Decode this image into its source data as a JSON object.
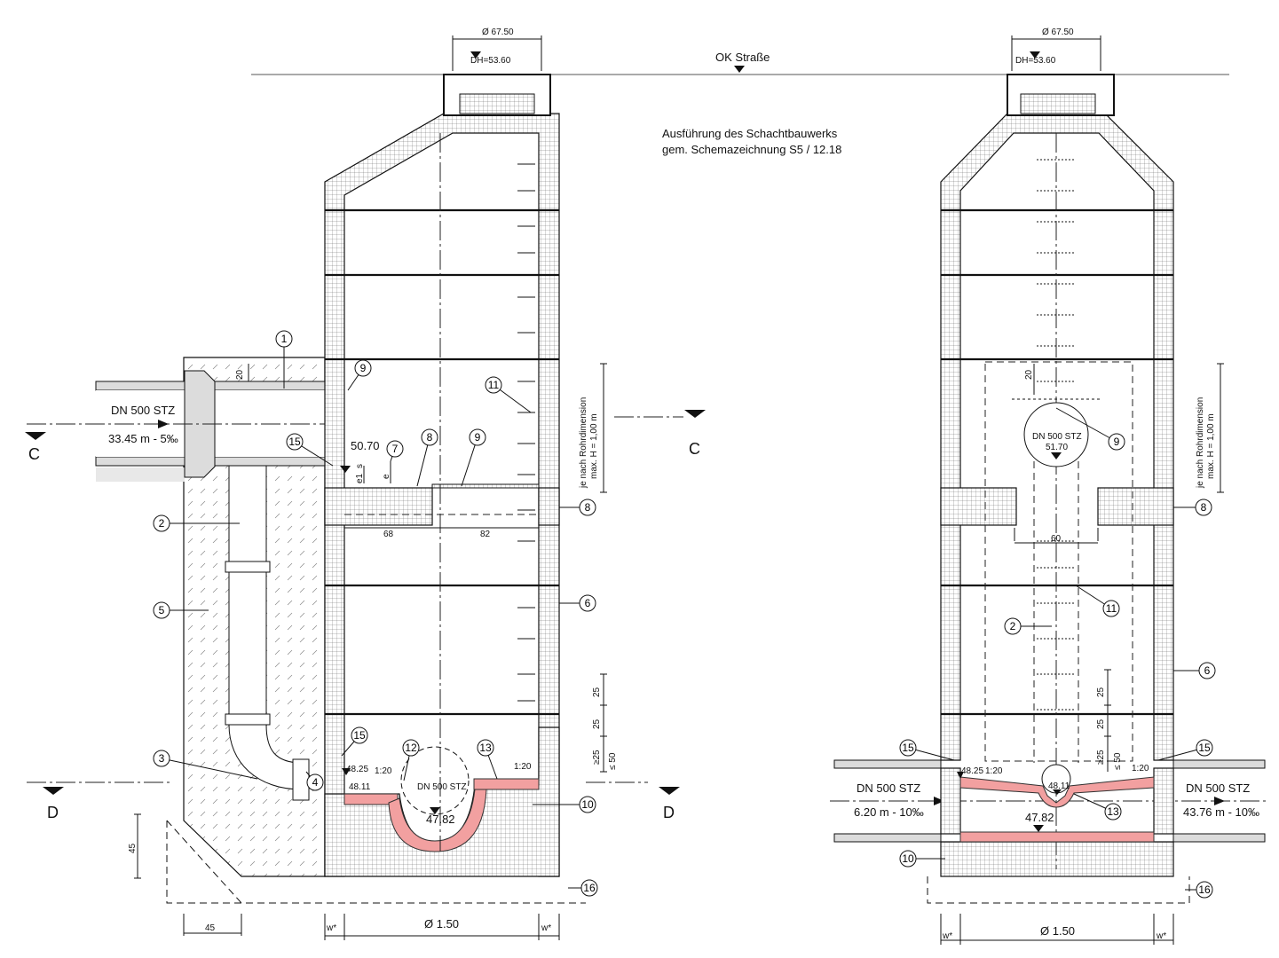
{
  "title_note": {
    "line1": "Ausführung des Schachtbauwerks",
    "line2": "gem. Schemazeichnung S5 / 12.18"
  },
  "road_label": "OK Straße",
  "left": {
    "cover_diameter": "Ø 67.50",
    "cover_height": "DH=53.60",
    "inlet_pipe": "DN 500 STZ",
    "inlet_slope": "33.45 m - 5‰",
    "section_c": "C",
    "section_d": "D",
    "dim_20": "20",
    "level_inlet": "50.70",
    "dim_e1": "e1",
    "dim_s": "s",
    "dim_e": "e",
    "dim_68": "68",
    "dim_82": "82",
    "height_note1": "je nach Rohrdimension",
    "height_note2": "max. H = 1,00 m",
    "dim_25a": "25",
    "dim_25b": "25",
    "dim_ge25": "≥25",
    "dim_le50": "≤ 50",
    "level_4825": "48.25",
    "level_4811": "48.11",
    "slope_1": "1:20",
    "slope_2": "1:20",
    "channel_pipe": "DN 500 STZ",
    "level_bottom": "47.82",
    "dim_45a": "45",
    "dim_45b": "45",
    "dim_w1": "w*",
    "dim_diam": "Ø 1.50",
    "dim_w2": "w*",
    "callouts": [
      "1",
      "9",
      "11",
      "15",
      "7",
      "8",
      "9",
      "8",
      "2",
      "5",
      "6",
      "15",
      "12",
      "13",
      "3",
      "4",
      "10",
      "16"
    ]
  },
  "right": {
    "cover_diameter": "Ø 67.50",
    "cover_height": "DH=53.60",
    "dim_20": "20",
    "inlet_pipe": "DN 500 STZ",
    "level_inlet": "51.70",
    "dim_60": "60",
    "height_note1": "je nach Rohrdimension",
    "height_note2": "max. H = 1,00 m",
    "dim_25a": "25",
    "dim_25b": "25",
    "dim_ge25": "≥25",
    "dim_le50": "≤ 50",
    "level_4825": "48.25",
    "level_4811": "48.11",
    "slope_1": "1:20",
    "slope_2": "1:20",
    "pipe_left": "DN 500 STZ",
    "pipe_left_slope": "6.20 m - 10‰",
    "pipe_right": "DN 500 STZ",
    "pipe_right_slope": "43.76 m - 10‰",
    "level_bottom": "47.82",
    "dim_w1": "w*",
    "dim_diam": "Ø 1.50",
    "dim_w2": "w*",
    "callouts": [
      "9",
      "8",
      "11",
      "2",
      "6",
      "15",
      "15",
      "13",
      "10",
      "16"
    ]
  },
  "colors": {
    "brick": "#f2a0a0",
    "pipe": "#dcdcdc"
  }
}
